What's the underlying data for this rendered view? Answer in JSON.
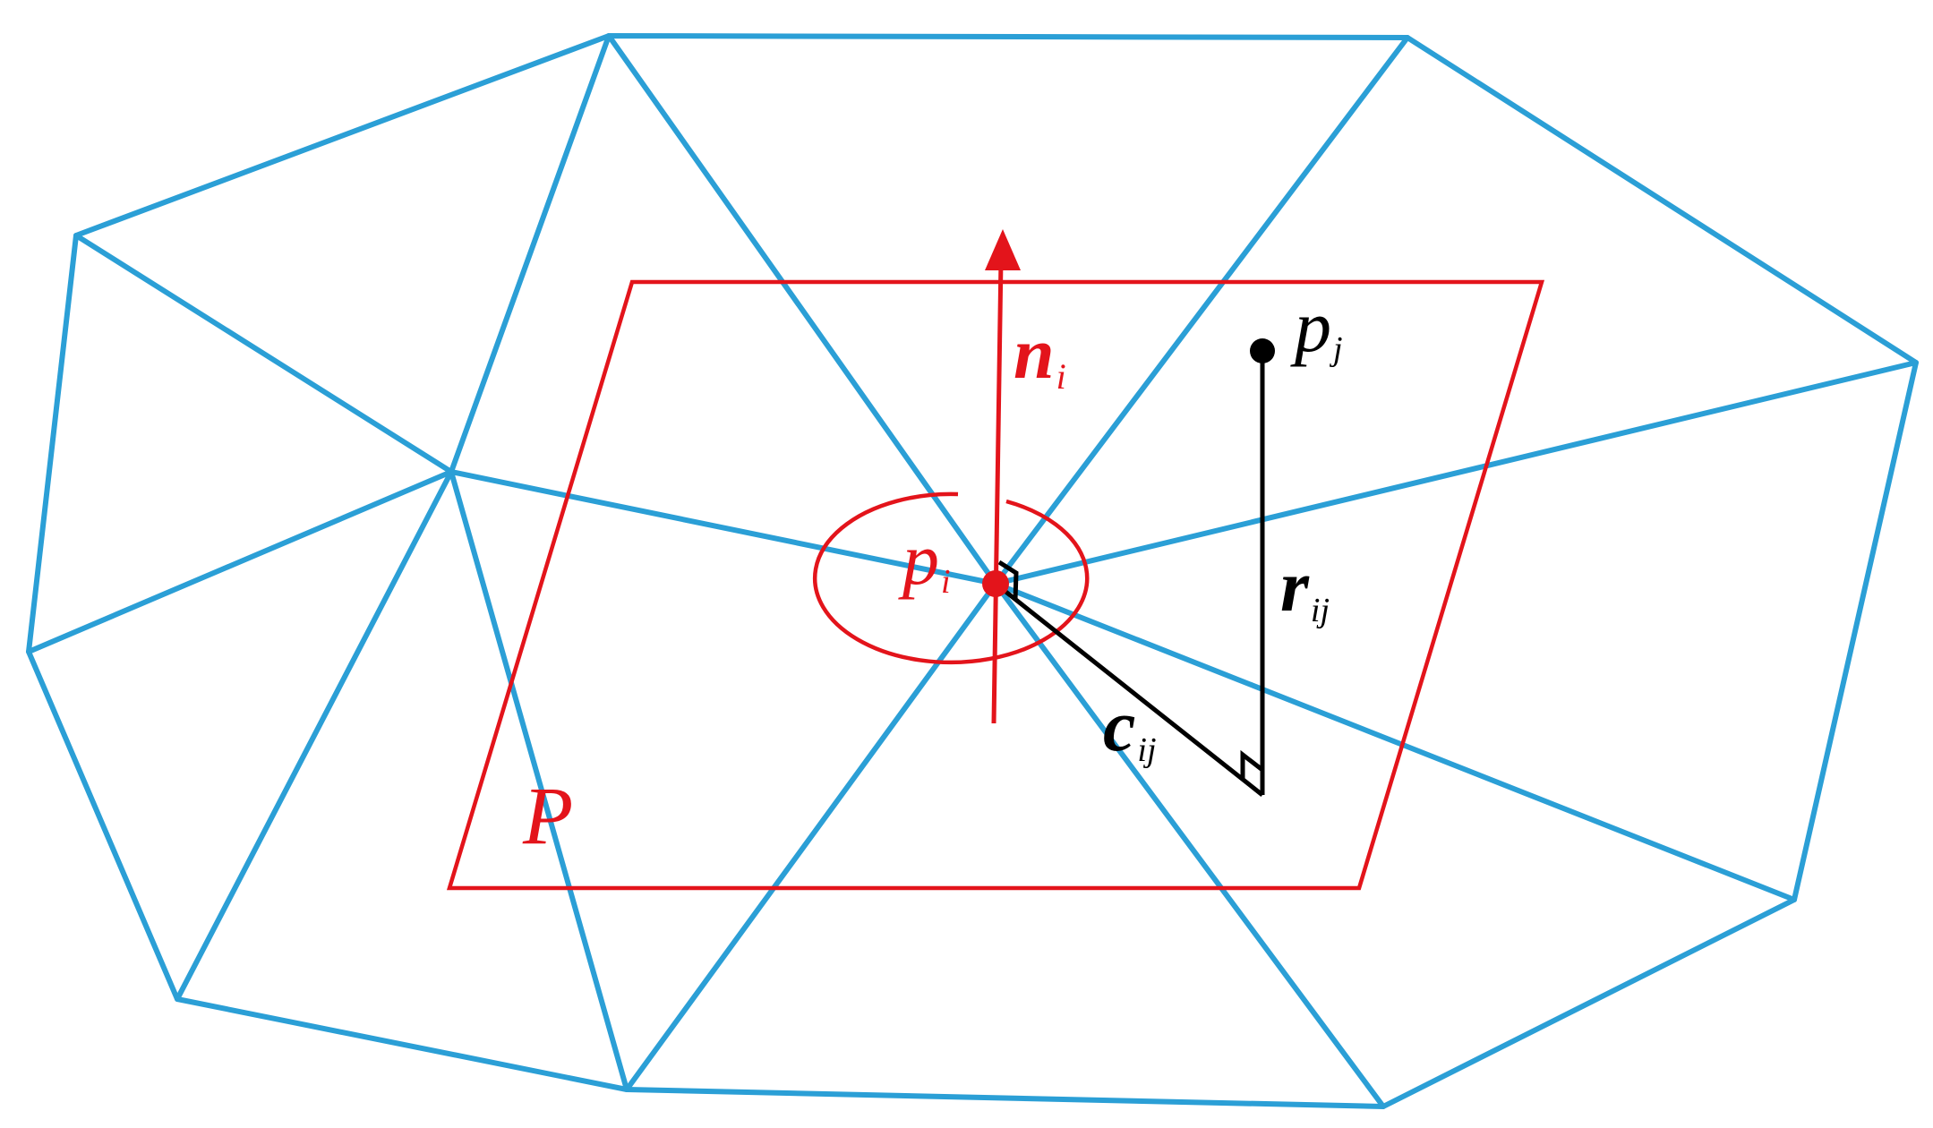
{
  "colors": {
    "mesh": "#2b9fd6",
    "plane": "#e3141b",
    "construction": "#000000"
  },
  "labels": {
    "normal": {
      "base": "n",
      "sub": "i"
    },
    "center_point": {
      "base": "p",
      "sub": "i"
    },
    "neighbor_point": {
      "base": "p",
      "sub": "j"
    },
    "distance": {
      "base": "r",
      "sub": "ij"
    },
    "projection": {
      "base": "c",
      "sub": "ij"
    },
    "plane": {
      "base": "P"
    }
  }
}
